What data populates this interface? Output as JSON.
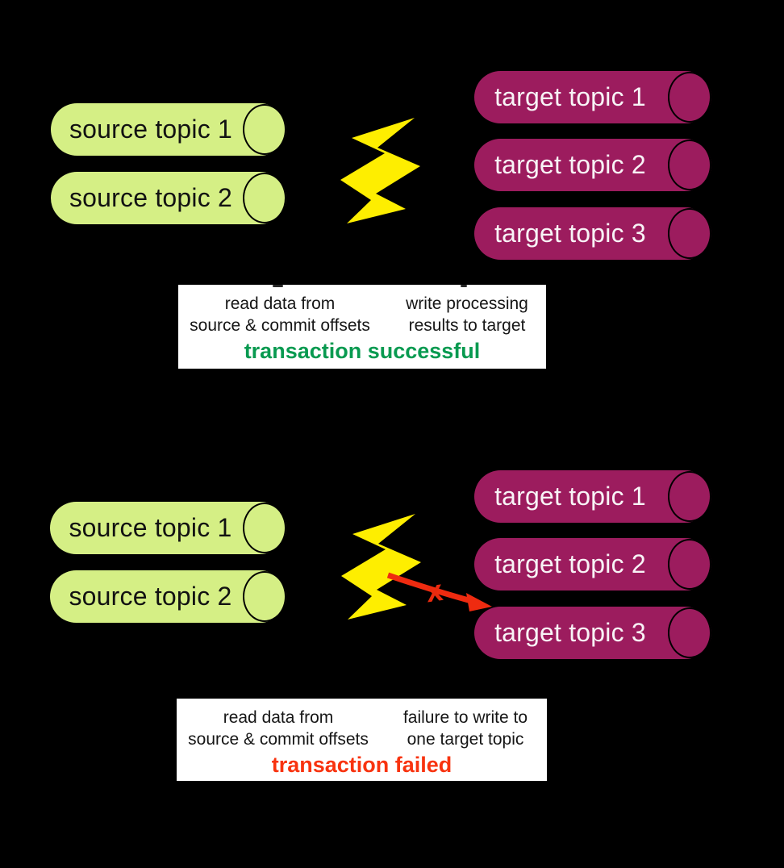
{
  "diagram": {
    "top": {
      "source_topics": [
        "source topic 1",
        "source topic 2"
      ],
      "target_topics": [
        "target topic 1",
        "target topic 2",
        "target topic 3"
      ],
      "note_left": "read data from\nsource & commit offsets",
      "note_right": "write processing\nresults to target",
      "status": "transaction successful"
    },
    "bottom": {
      "source_topics": [
        "source topic 1",
        "source topic 2"
      ],
      "target_topics": [
        "target topic 1",
        "target topic 2",
        "target topic 3"
      ],
      "note_left": "read data from\nsource & commit offsets",
      "note_right": "failure to write to\none target topic",
      "status": "transaction failed",
      "failure_mark": "x"
    },
    "icons": {
      "conflict": "lightning-bolt",
      "failed_write": "red-arrow-with-x"
    },
    "colors": {
      "background": "#000000",
      "source_topic_fill": "#d5ef85",
      "target_topic_fill": "#9c1c5e",
      "topic_cap_outline": "#000000",
      "lightning": "#feee00",
      "note_box": "#ffffff",
      "note_text": "#161616",
      "success_text": "#089a50",
      "failure_text": "#f8330f",
      "arrow": "#ef2b10"
    }
  }
}
